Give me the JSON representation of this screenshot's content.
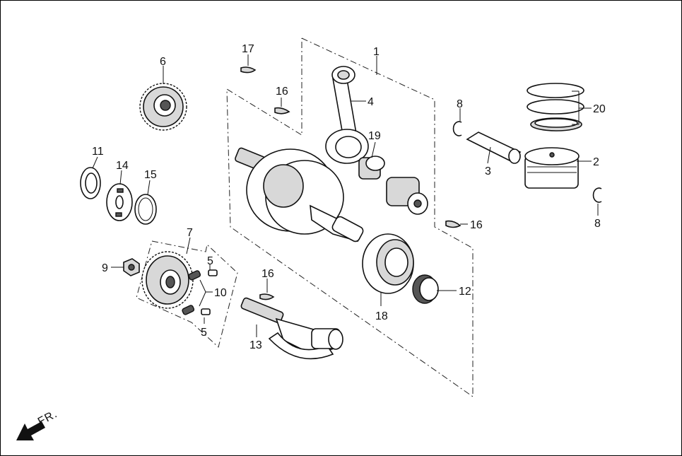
{
  "diagram": {
    "direction_label": "FR.",
    "callouts": [
      {
        "id": "c1",
        "text": "1"
      },
      {
        "id": "c2",
        "text": "2"
      },
      {
        "id": "c3",
        "text": "3"
      },
      {
        "id": "c4",
        "text": "4"
      },
      {
        "id": "c5a",
        "text": "5"
      },
      {
        "id": "c5b",
        "text": "5"
      },
      {
        "id": "c6",
        "text": "6"
      },
      {
        "id": "c7",
        "text": "7"
      },
      {
        "id": "c8a",
        "text": "8"
      },
      {
        "id": "c8b",
        "text": "8"
      },
      {
        "id": "c9",
        "text": "9"
      },
      {
        "id": "c10",
        "text": "10"
      },
      {
        "id": "c11",
        "text": "11"
      },
      {
        "id": "c12",
        "text": "12"
      },
      {
        "id": "c13",
        "text": "13"
      },
      {
        "id": "c14",
        "text": "14"
      },
      {
        "id": "c15",
        "text": "15"
      },
      {
        "id": "c16a",
        "text": "16"
      },
      {
        "id": "c16b",
        "text": "16"
      },
      {
        "id": "c16c",
        "text": "16"
      },
      {
        "id": "c17",
        "text": "17"
      },
      {
        "id": "c18",
        "text": "18"
      },
      {
        "id": "c19",
        "text": "19"
      },
      {
        "id": "c20",
        "text": "20"
      }
    ]
  }
}
